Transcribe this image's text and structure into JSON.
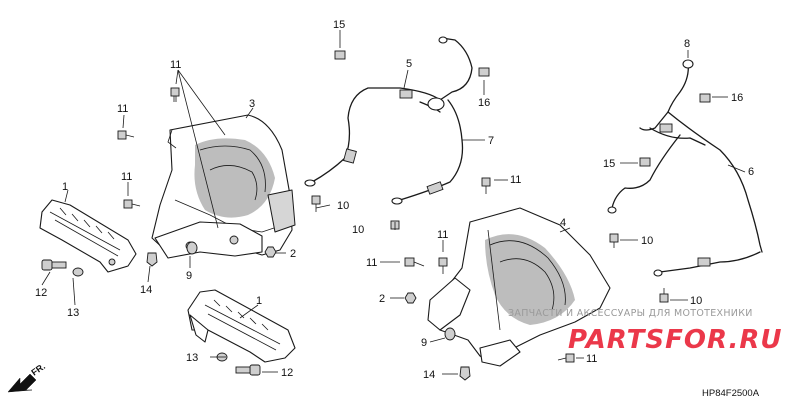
{
  "callouts": {
    "c1a": "1",
    "c1b": "1",
    "c2a": "2",
    "c2b": "2",
    "c3": "3",
    "c4": "4",
    "c5": "5",
    "c6": "6",
    "c7": "7",
    "c8": "8",
    "c9a": "9",
    "c9b": "9",
    "c10a": "10",
    "c10b": "10",
    "c10c": "10",
    "c10d": "10",
    "c11a": "11",
    "c11b": "11",
    "c11c": "11",
    "c11d": "11",
    "c11e": "11",
    "c11f": "11",
    "c11g": "11",
    "c12a": "12",
    "c12b": "12",
    "c13a": "13",
    "c13b": "13",
    "c14a": "14",
    "c14b": "14",
    "c15a": "15",
    "c15b": "15",
    "c16a": "16",
    "c16b": "16"
  },
  "watermark": {
    "text": "ЗАПЧАСТИ И АКСЕССУАРЫ ДЛЯ МОТОТЕХНИКИ",
    "brand": "PARTSFOR.RU"
  },
  "diagram_code": "HP84F2500A",
  "direction_label": "FR."
}
